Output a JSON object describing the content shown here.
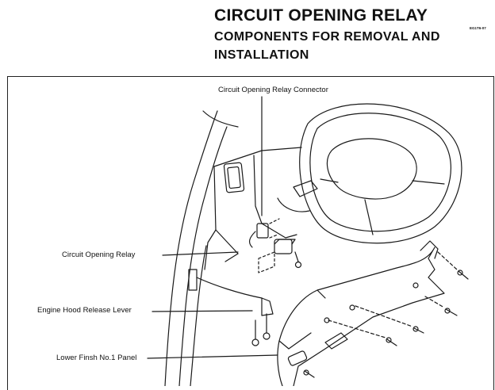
{
  "header": {
    "title": "CIRCUIT OPENING RELAY",
    "subtitle": "COMPONENTS FOR REMOVAL AND INSTALLATION",
    "code": "EG1T6-07"
  },
  "callouts": {
    "connector": "Circuit  Opening Relay Connector",
    "relay": "Circuit Opening Relay",
    "hood_lever": "Engine Hood Release Lever",
    "panel": "Lower Finsh No.1 Panel"
  }
}
